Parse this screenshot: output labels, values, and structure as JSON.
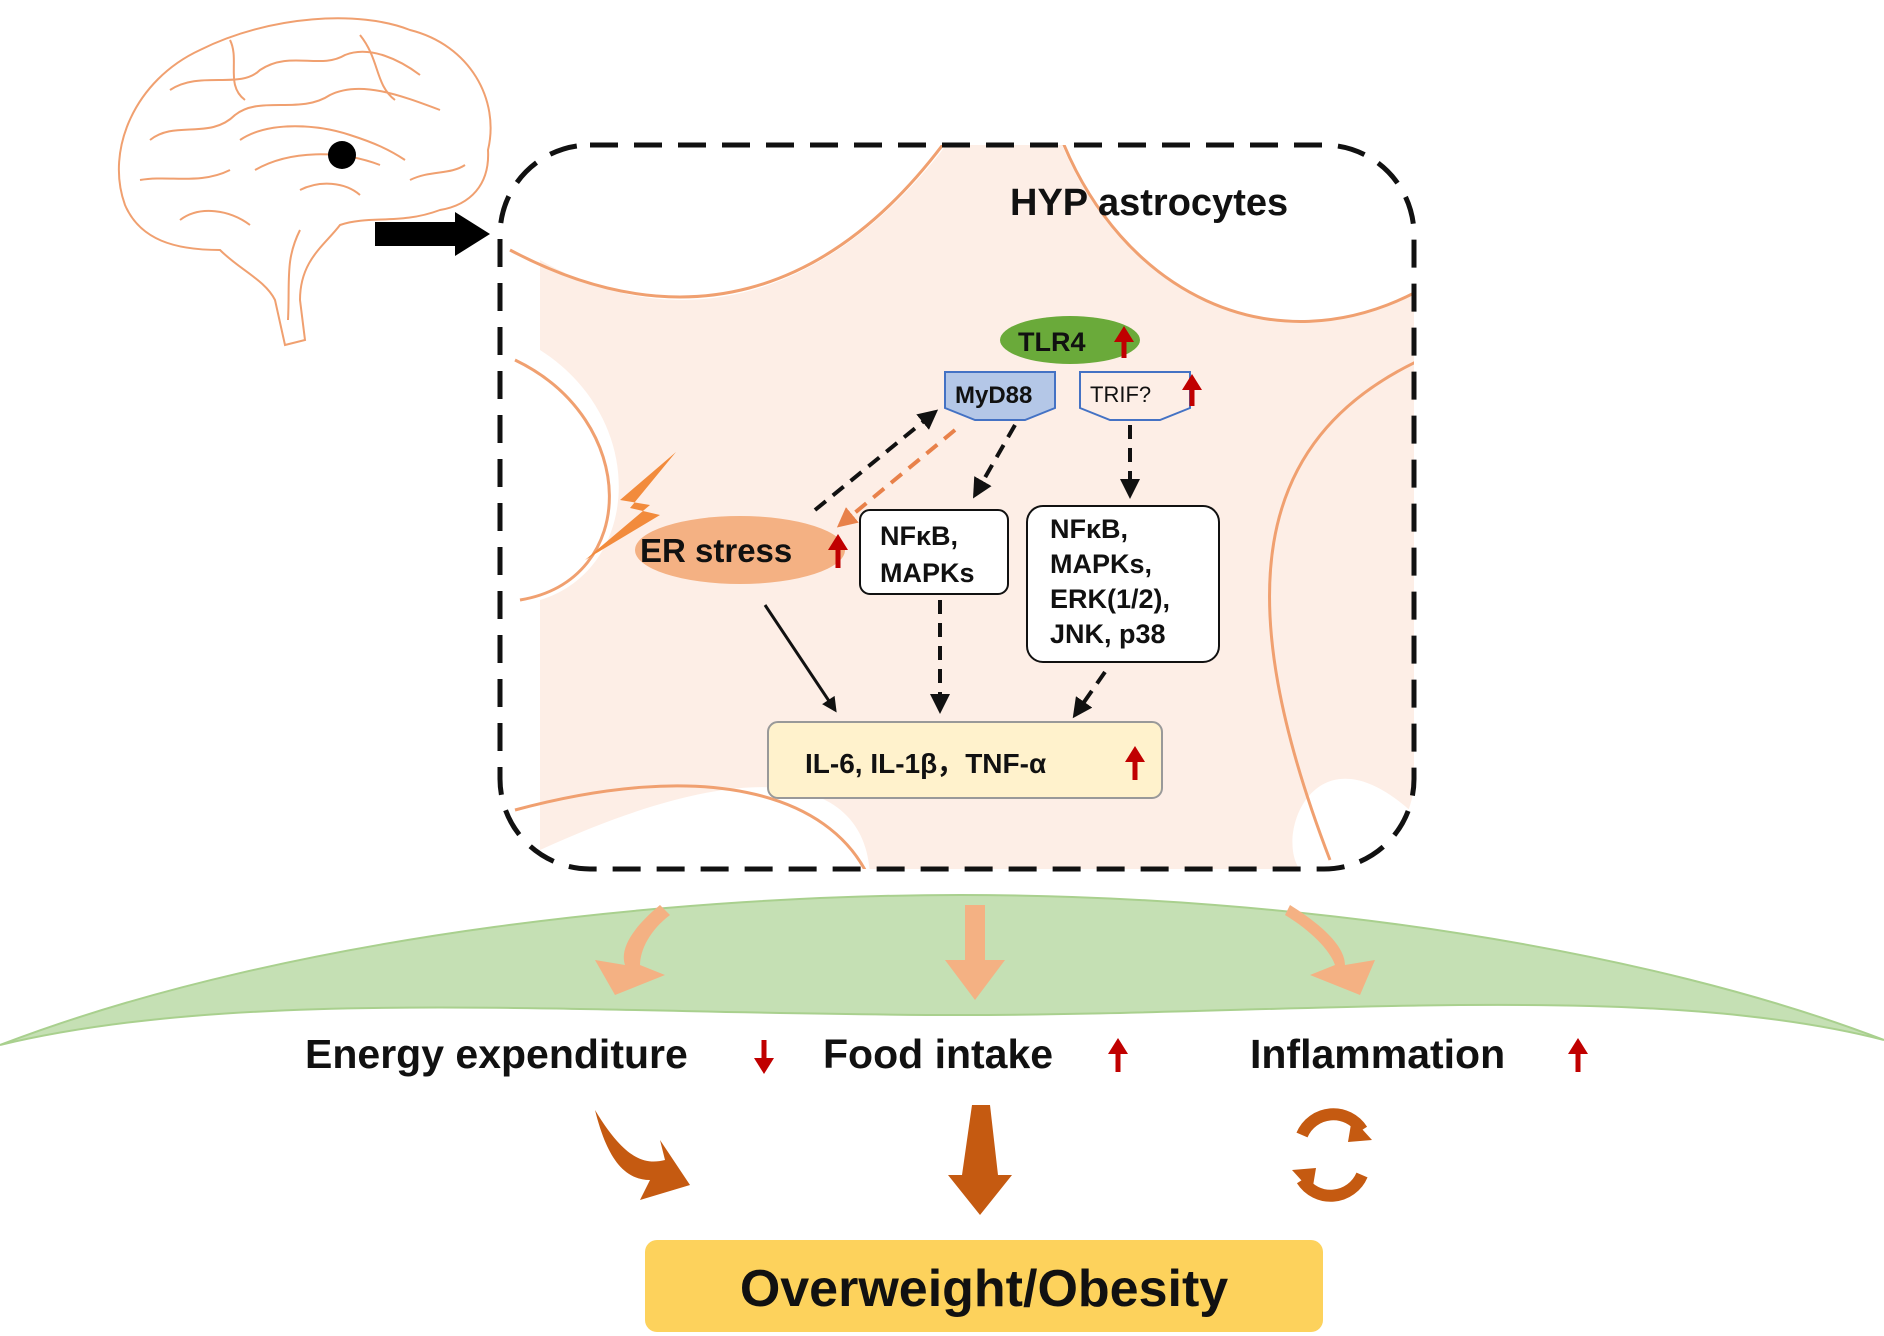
{
  "panel": {
    "title": "HYP astrocytes"
  },
  "receptors": {
    "tlr4": "TLR4",
    "myd88": "MyD88",
    "trif": "TRIF?"
  },
  "er_stress": "ER stress",
  "myd88_targets": {
    "line1": "NFκB,",
    "line2": "MAPKs"
  },
  "trif_targets": {
    "line1": "NFκB,",
    "line2": "MAPKs,",
    "line3": "ERK(1/2),",
    "line4": "JNK, p38"
  },
  "cytokines": "IL-6,  IL-1β，TNF-α",
  "outcomes": {
    "energy": "Energy expenditure",
    "food": "Food intake",
    "inflammation": "Inflammation"
  },
  "result": "Overweight/Obesity",
  "colors": {
    "up_arrow": "#c00000",
    "cell_fill": "#fdeee6",
    "cell_outline": "#f0a070",
    "tlr4": "#6aaa3a",
    "myd88": "#b4c7e7",
    "er_stress": "#f4b183",
    "cytokine_box": "#fff2cc",
    "green_band": "#c5e0b4",
    "result_box": "#fdd25c",
    "brown_arrow": "#c55a11"
  }
}
